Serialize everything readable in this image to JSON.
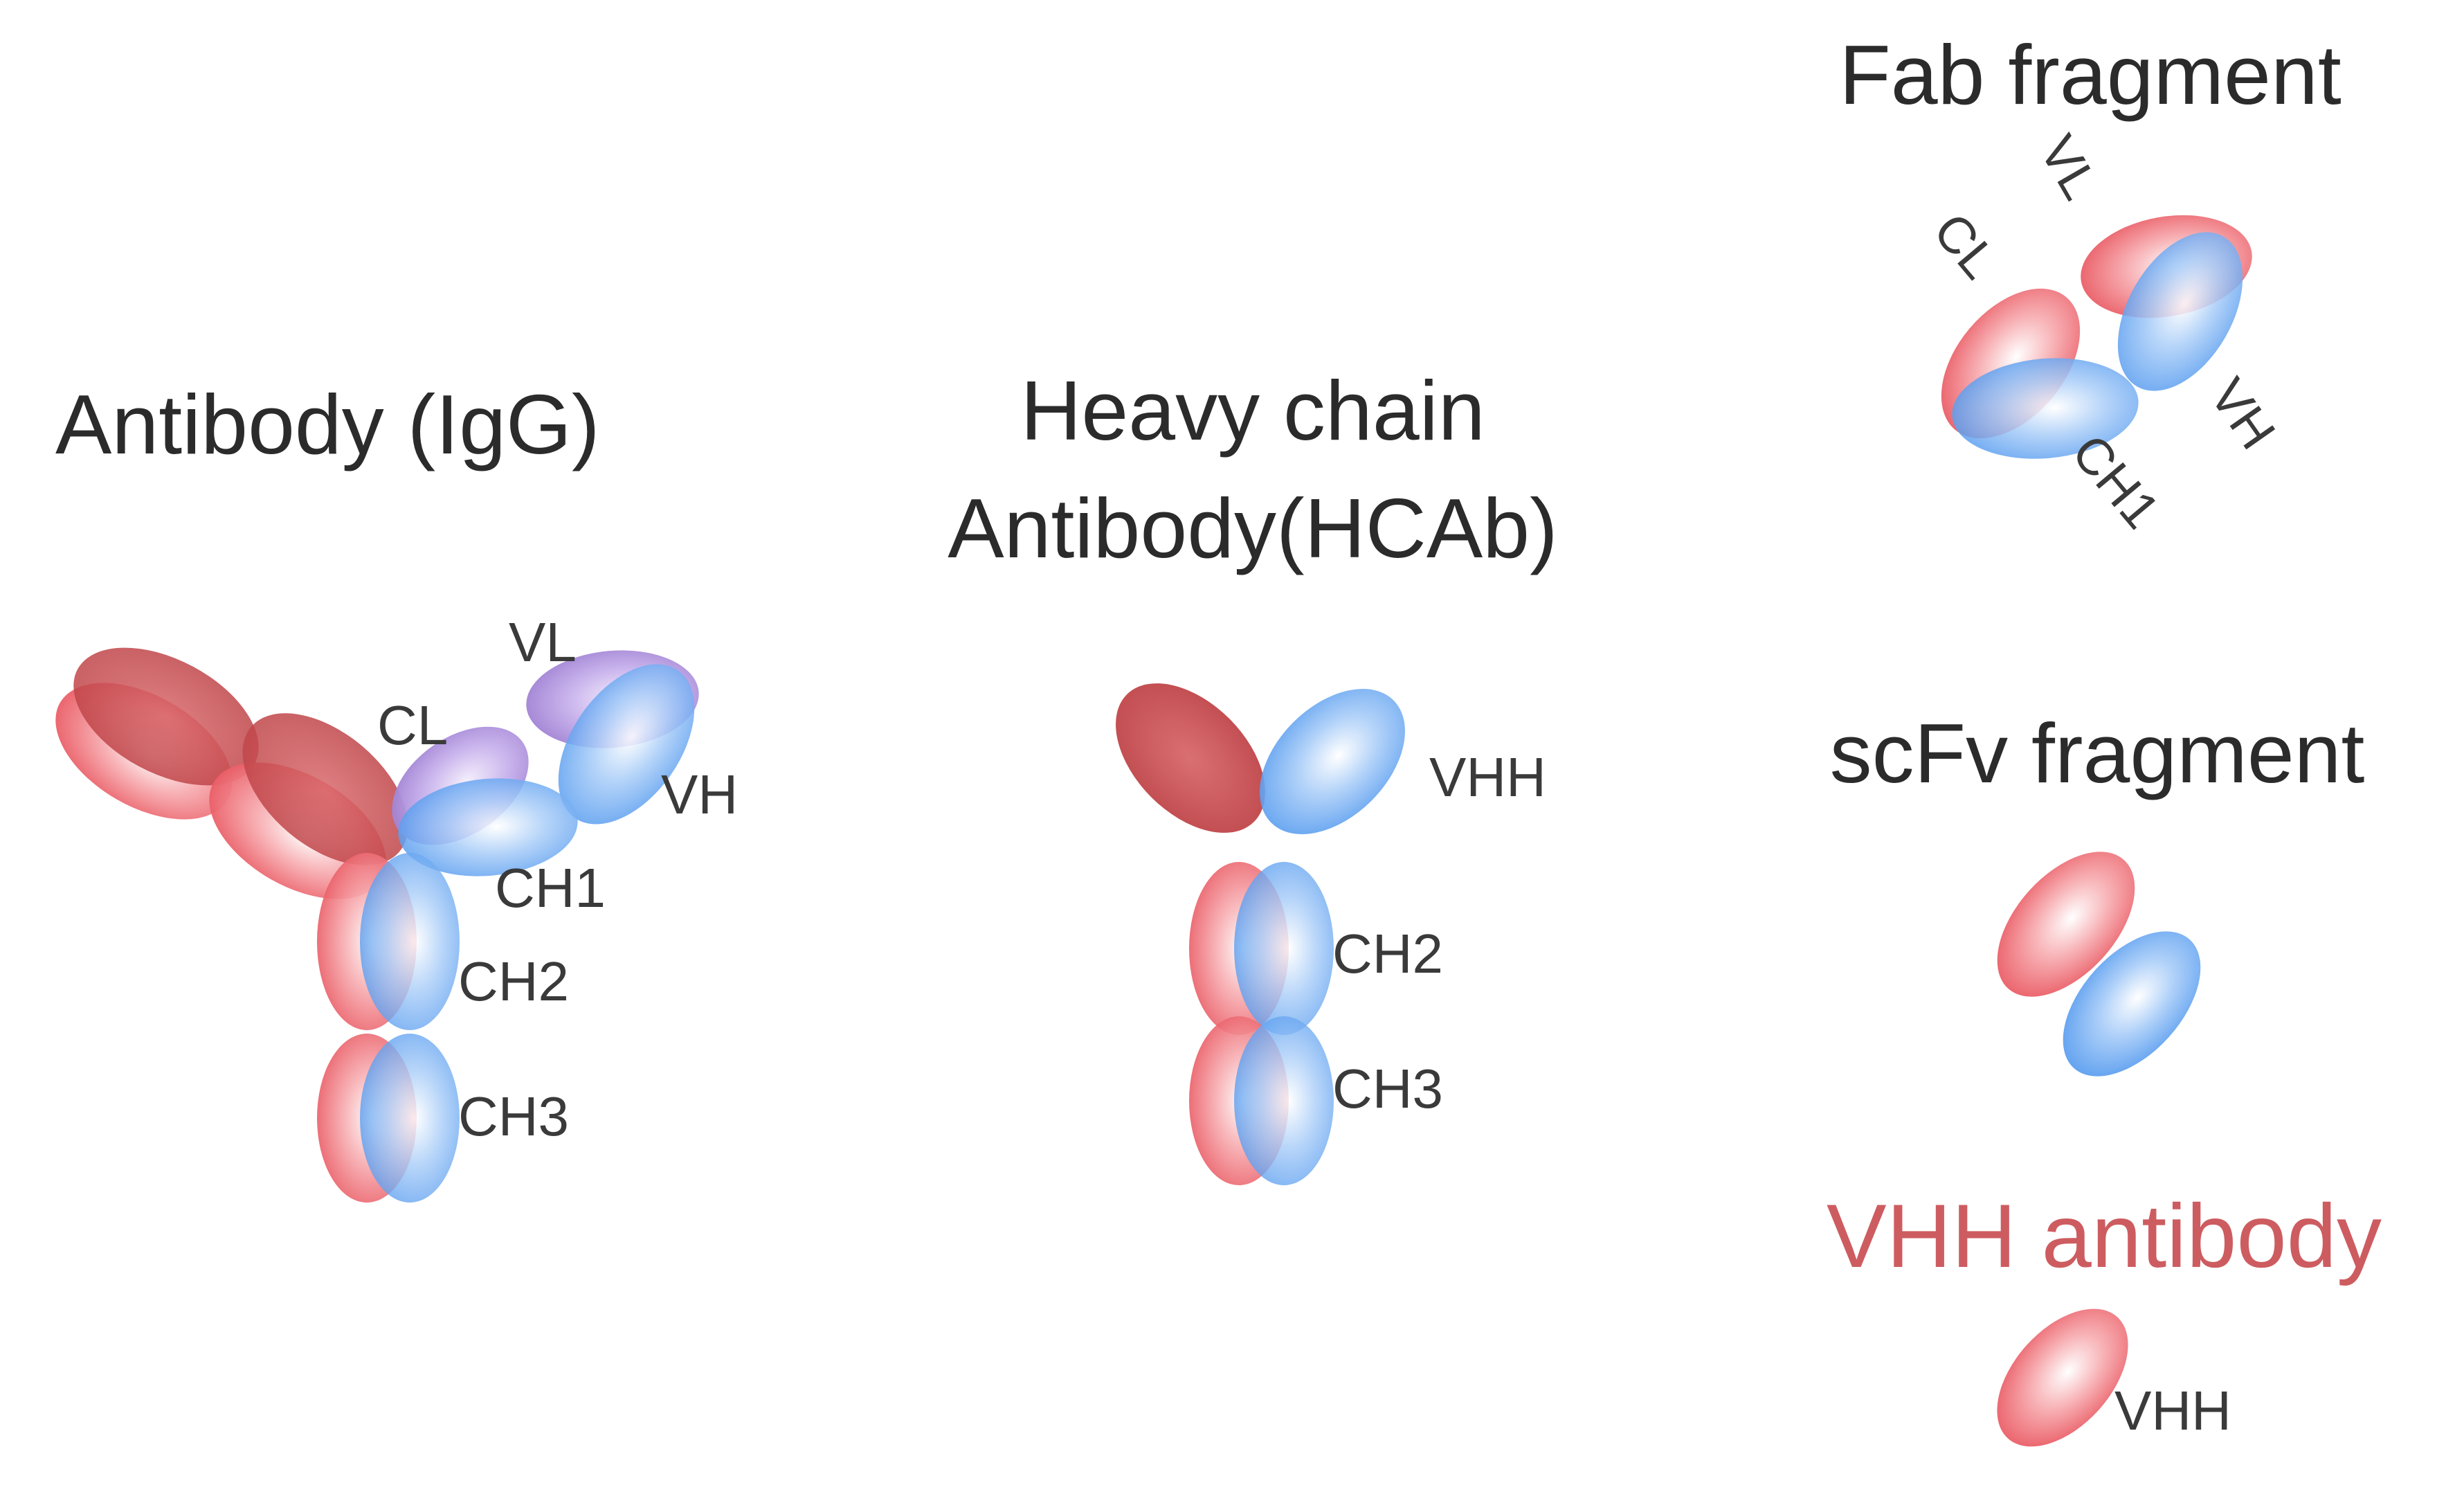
{
  "titles": {
    "igg": "Antibody (IgG)",
    "hcab_line1": "Heavy chain",
    "hcab_line2": "Antibody(HCAb)",
    "fab": "Fab fragment",
    "scfv": "scFv fragment",
    "vhh": "VHH antibody"
  },
  "igg_labels": {
    "vl": "VL",
    "cl": "CL",
    "vh": "VH",
    "ch1": "CH1",
    "ch2": "CH2",
    "ch3": "CH3"
  },
  "hcab_labels": {
    "vhh": "VHH",
    "ch2": "CH2",
    "ch3": "CH3"
  },
  "fab_labels": {
    "vl": "VL",
    "cl": "CL",
    "vh": "VH",
    "ch1": "CH1"
  },
  "vhh_label": "VHH",
  "colors": {
    "heavy_chain_blue": "#5fa4f2",
    "light_chain_red": "#ec5a64",
    "dark_red": "#c8484c",
    "purple": "#a98ad8",
    "vhh_title": "#cd5c60",
    "title_text": "#2b2b2b"
  }
}
